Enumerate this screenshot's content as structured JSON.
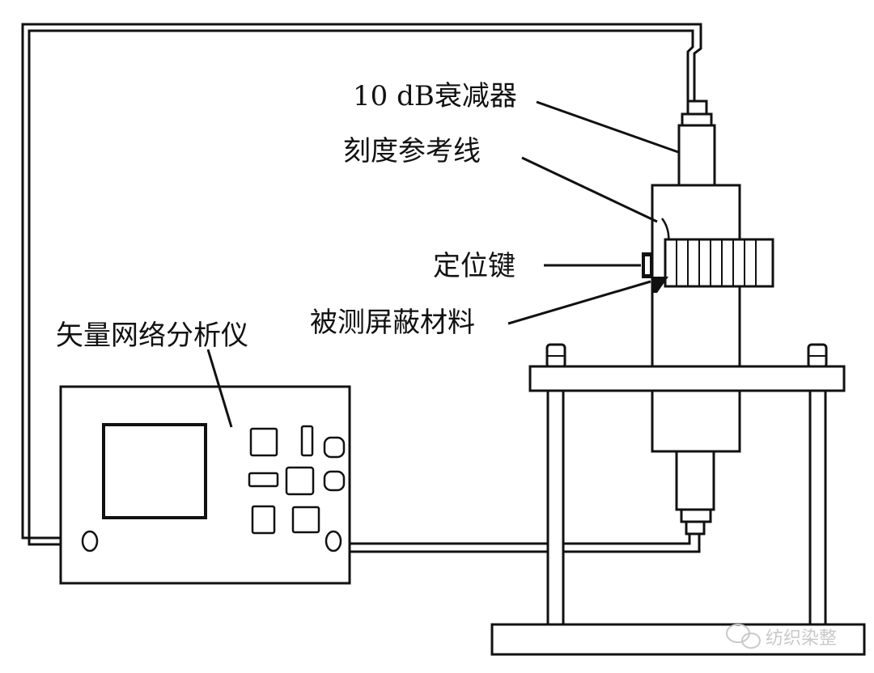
{
  "labels": {
    "attenuator": "10 dB衰减器",
    "scale_line": "刻度参考线",
    "locating_key": "定位键",
    "material_under_test": "被测屏蔽材料",
    "vna": "矢量网络分析仪"
  },
  "watermark": {
    "text": "纺织染整",
    "icon": "wechat-icon"
  },
  "colors": {
    "line": "#111111",
    "background": "#ffffff",
    "watermark": "#c9c9c9"
  }
}
